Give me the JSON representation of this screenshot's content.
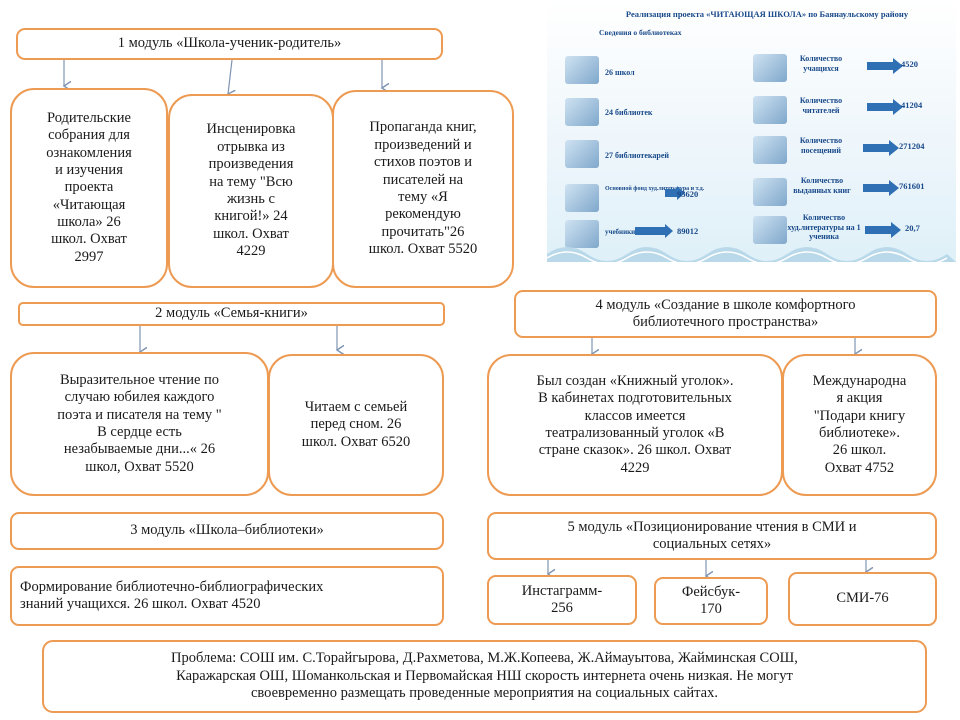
{
  "module1": {
    "header": "1 модуль «Школа-ученик-родитель»",
    "boxes": [
      [
        "Родительские",
        "собрания для",
        "ознакомления",
        "и изучения",
        "проекта",
        "«Читающая",
        "школа» 26",
        "школ. Охват",
        "2997"
      ],
      [
        "Инсценировка",
        "отрывка из",
        "произведения",
        "на тему \"Всю",
        "жизнь с",
        "книгой!» 24",
        "школ. Охват",
        "4229"
      ],
      [
        "Пропаганда книг,",
        "произведений и",
        "стихов поэтов и",
        "писателей на",
        "тему «Я",
        "рекомендую",
        "прочитать\"26",
        "школ. Охват 5520"
      ]
    ]
  },
  "module2": {
    "header": "2 модуль «Семья-книги»",
    "boxes": [
      [
        "Выразительное чтение по",
        "случаю юбилея каждого",
        "поэта и писателя на тему \"",
        "В сердце есть",
        "незабываемые дни...« 26",
        "школ, Охват 5520"
      ],
      [
        "Читаем с семьей",
        "перед сном. 26",
        "школ. Охват 6520"
      ]
    ]
  },
  "module3": {
    "header": "3 модуль «Школа–библиотеки»",
    "boxes": [
      [
        "Формирование библиотечно-библиографических",
        "знаний учащихся. 26 школ. Охват 4520"
      ]
    ]
  },
  "module4": {
    "header": [
      "4 модуль «Создание в школе комфортного",
      "библиотечного пространства»"
    ],
    "boxes": [
      [
        "Был создан «Книжный уголок».",
        "В кабинетах подготовительных",
        "классов имеется",
        "театрализованный уголок «В",
        "стране сказок». 26 школ. Охват",
        "4229"
      ],
      [
        "Международна",
        "я акция",
        "\"Подари книгу",
        "библиотеке».",
        "26 школ.",
        "Охват 4752"
      ]
    ]
  },
  "module5": {
    "header": [
      "5 модуль «Позиционирование чтения в СМИ и",
      "социальных сетях»"
    ],
    "boxes": [
      [
        "Инстаграмм-",
        "256"
      ],
      [
        "Фейсбук-",
        "170"
      ],
      [
        "СМИ-76"
      ]
    ]
  },
  "problem": [
    "Проблема: СОШ им. С.Торайгырова, Д.Рахметова, М.Ж.Копеева, Ж.Аймауытова, Жайминская  СОШ,",
    "Каражарская ОШ, Шоманкольская и Первомайская НШ   скорость интернета очень низкая. Не могут",
    "своевременно размещать проведенные мероприятия на социальных сайтах."
  ],
  "infographic": {
    "title": [
      "Реализация проекта «ЧИТАЮЩАЯ ШКОЛА» по Баянаульскому",
      "району"
    ],
    "subtitle": "Сведения о библиотеках",
    "left": [
      {
        "label": "26 школ",
        "icon": "school-building-icon"
      },
      {
        "label": "24 библиотек",
        "icon": "library-shelves-icon"
      },
      {
        "label": "27 библиотекарей",
        "icon": "librarian-icon"
      },
      {
        "label": "Основной фонд",
        "label2": "худ.литература и т.д.",
        "value": "93620",
        "icon": "book-stack-icon"
      },
      {
        "label": "учебники",
        "value": "89012",
        "icon": "textbooks-icon"
      }
    ],
    "right": [
      {
        "label": [
          "Количество",
          "учащихся"
        ],
        "value": "4520",
        "icon": "students-icon"
      },
      {
        "label": [
          "Количество",
          "читателей"
        ],
        "value": "41204",
        "icon": "readers-icon"
      },
      {
        "label": [
          "Количество",
          "посещений"
        ],
        "value": "271204",
        "icon": "visits-icon"
      },
      {
        "label": [
          "Количество",
          "выданных книг"
        ],
        "value": "761601",
        "icon": "issued-books-icon"
      },
      {
        "label": [
          "Количество",
          "худ.литературы",
          "на 1 ученика"
        ],
        "value": "20,7",
        "icon": "open-book-icon"
      }
    ],
    "colors": {
      "text": "#18498a",
      "arrow": "#2f6fb3",
      "border": "#ed9a52"
    }
  }
}
